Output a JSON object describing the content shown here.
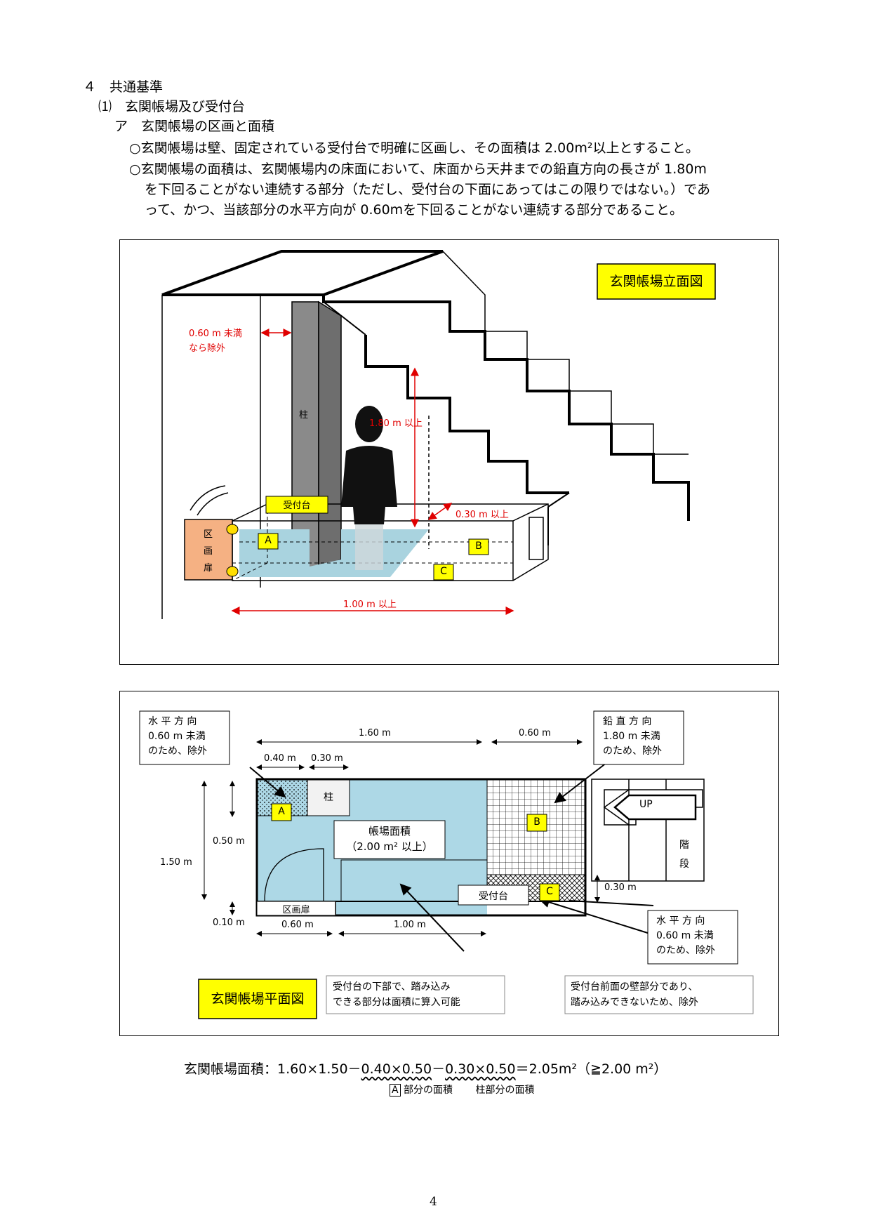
{
  "section": {
    "heading": "４　共通基準",
    "sub_heading": "⑴　玄関帳場及び受付台",
    "item_heading": "ア　玄関帳場の区画と面積",
    "bullet1": "○玄関帳場は壁、固定されている受付台で明確に区画し、その面積は 2.00m²以上とすること。",
    "bullet2_line1": "○玄関帳場の面積は、玄関帳場内の床面において、床面から天井までの鉛直方向の長さが 1.80m",
    "bullet2_line2": "を下回ることがない連続する部分（ただし、受付台の下面にあってはこの限りではない。）であ",
    "bullet2_line3": "って、かつ、当該部分の水平方向が 0.60mを下回ることがない連続する部分であること。"
  },
  "elevation": {
    "title": "玄関帳場立面図",
    "label_width_exclude_1": "0.60 m 未満",
    "label_width_exclude_2": "なら除外",
    "pillar": "柱",
    "height_label": "1.80 m 以上",
    "counter_label": "受付台",
    "counter_depth": "0.30 m 以上",
    "door_chars": [
      "区",
      "画",
      "扉"
    ],
    "zone_a": "A",
    "zone_b": "B",
    "zone_c": "C",
    "width_label": "1.00 m 以上"
  },
  "plan": {
    "title": "玄関帳場平面図",
    "callout_horizontal_1": [
      "水 平 方 向",
      "0.60 m 未満",
      "のため、除外"
    ],
    "callout_vertical": [
      "鉛 直 方 向",
      "1.80 m 未満",
      "のため、除外"
    ],
    "callout_horizontal_2": [
      "水 平 方 向",
      "0.60 m 未満",
      "のため、除外"
    ],
    "dim_top_main": "1.60 m",
    "dim_top_right": "0.60 m",
    "dim_a_width": "0.40 m",
    "dim_pillar_width": "0.30 m",
    "dim_left_50": "0.50 m",
    "dim_left_150": "1.50 m",
    "dim_left_10": "0.10 m",
    "dim_bottom_60": "0.60 m",
    "dim_bottom_100": "1.00 m",
    "dim_right_30": "0.30 m",
    "zone_a": "A",
    "zone_b": "B",
    "zone_c": "C",
    "pillar": "柱",
    "area_label_1": "帳場面積",
    "area_label_2": "（2.00 m² 以上）",
    "door_label": "区画扉",
    "counter_label": "受付台",
    "stairs_up": "UP",
    "stairs_chars": [
      "階",
      "段"
    ],
    "note_under_counter": [
      "受付台の下部で、踏み込み",
      "できる部分は面積に算入可能"
    ],
    "note_front_wall": [
      "受付台前面の壁部分であり、",
      "踏み込みできないため、除外"
    ]
  },
  "formula": {
    "prefix": "玄関帳場面積：1.60×1.50－",
    "term_a": "0.40×0.50",
    "minus": "－",
    "term_pillar": "0.30×0.50",
    "suffix": "＝2.05m²（≧2.00 m²）",
    "note_a_box": "A",
    "note_a_text": "部分の面積",
    "note_pillar": "柱部分の面積"
  },
  "page_number": "4"
}
